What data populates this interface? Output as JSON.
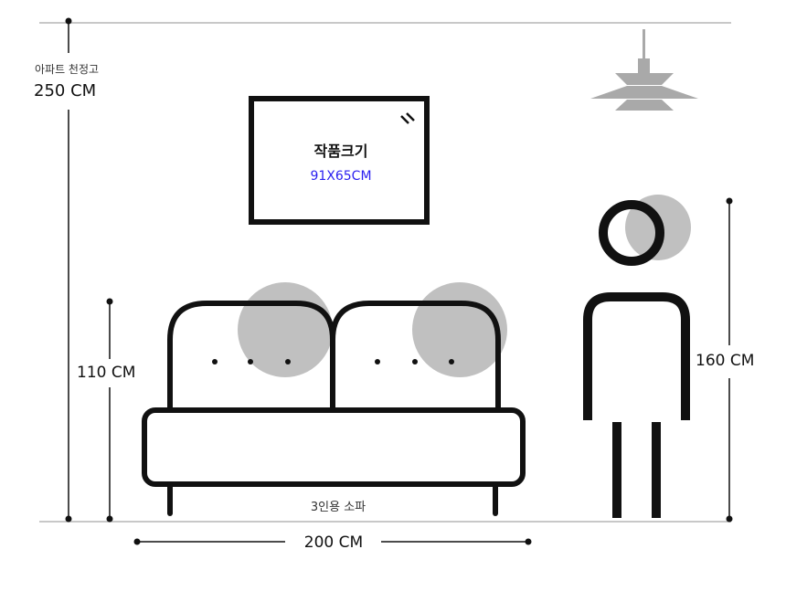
{
  "ceiling": {
    "label": "아파트 천정고",
    "value": "250 CM"
  },
  "artwork": {
    "title": "작품크기",
    "size": "91X65CM",
    "size_color": "#2a1ff0"
  },
  "sofa": {
    "label": "3인용 소파",
    "height": "110 CM",
    "width": "200 CM"
  },
  "person": {
    "height": "160 CM"
  },
  "colors": {
    "line": "#111111",
    "gray_shape": "#c0c0c0",
    "lamp": "#a9a9a9",
    "guide": "#b5b5b5"
  }
}
